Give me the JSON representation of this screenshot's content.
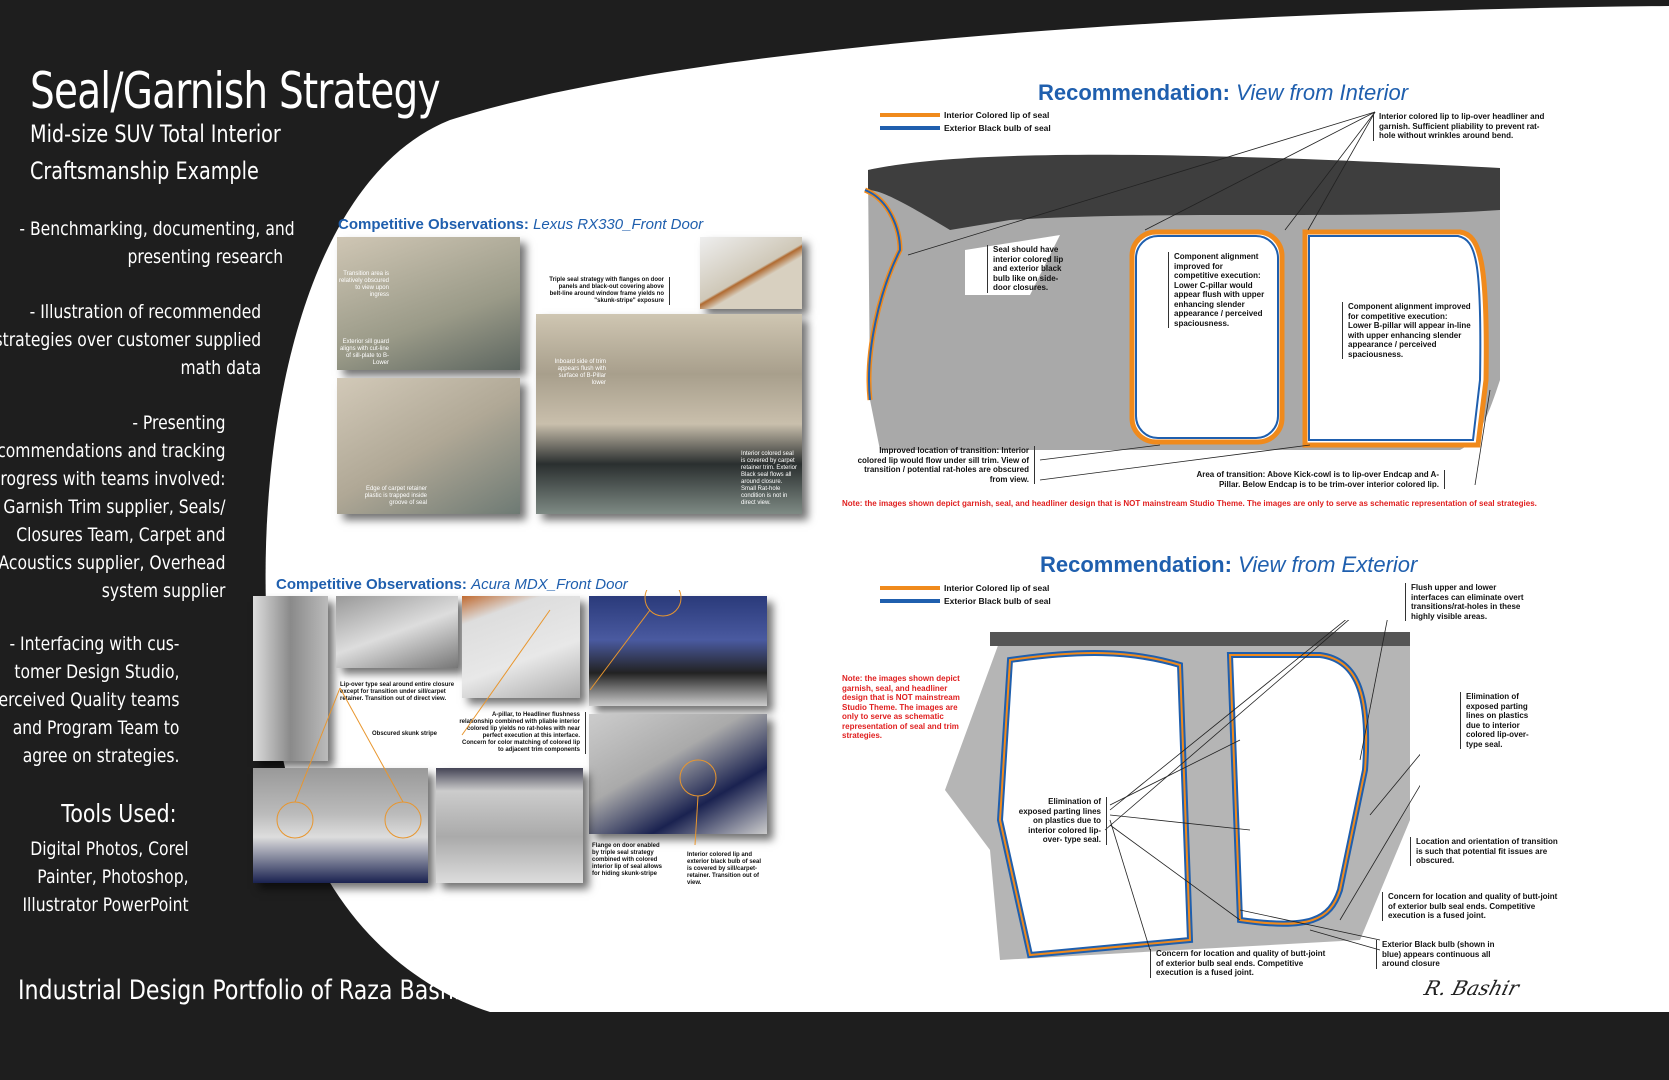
{
  "left_panel": {
    "title": "Seal/Garnish Strategy",
    "subtitle_line1": "Mid-size SUV Total Interior",
    "subtitle_line2": "Craftsmanship Example",
    "bullets": [
      [
        "- Benchmarking, documenting, and",
        "presenting research"
      ],
      [
        "- Illustration of recommended",
        "strategies over customer supplied",
        "math data"
      ],
      [
        "- Presenting",
        "recommendations and tracking",
        "progress with teams involved:",
        "Garnish Trim supplier, Seals/",
        "Closures Team, Carpet and",
        "Acoustics supplier, Overhead",
        "system supplier"
      ],
      [
        "- Interfacing with cus-",
        "tomer Design Studio,",
        "Perceived Quality teams",
        "and Program Team to",
        "agree on strategies."
      ]
    ],
    "tools_heading": "Tools Used:",
    "tools": [
      "Digital Photos, Corel",
      "Painter, Photoshop,",
      "Illustrator PowerPoint"
    ],
    "footer": "Industrial Design Portfolio of Raza Bashir"
  },
  "lexus": {
    "heading_bold": "Competitive Observations:",
    "heading_italic": "Lexus RX330_Front Door",
    "notes": {
      "transition": "Transition area is relatively obscured to view upon ingress",
      "sill_guard": "Exterior sill guard aligns with cut-line of sill-plate to B-Lower",
      "carpet": "Edge of carpet retainer plastic is trapped inside groove of seal",
      "triple": "Triple seal strategy with flanges on door panels and black-out covering above belt-line around window frame yields no \"skunk-stripe\" exposure",
      "inboard": "Inboard side of trim appears flush with surface of B-Pillar lower",
      "interior_seal": "Interior colored seal is covered by carpet retainer trim. Exterior Black seal flows all around closure. Small Rat-hole condition is not in direct view."
    }
  },
  "acura": {
    "heading_bold": "Competitive Observations:",
    "heading_italic": "Acura MDX_Front Door",
    "notes": {
      "lipover": "Lip-over type seal around entire closure except for transition under sill/carpet retainer. Transition out of direct view.",
      "skunk": "Obscured skunk stripe",
      "apillar": "A-pillar, to Headliner flushness relationship combined with pliable interior colored lip yields no rat-holes with near perfect execution at this interface. Concern for color matching of colored lip to adjacent trim components",
      "flange": "Flange on door enabled by triple seal strategy combined with colored interior lip of seal allows for hiding skunk-stripe",
      "lip_bulb": "Interior colored lip and exterior black bulb of seal is covered by sill/carpet-retainer. Transition out of view."
    }
  },
  "interior_view": {
    "heading_bold": "Recommendation:",
    "heading_italic": "View from Interior",
    "legend": [
      "Interior Colored lip of seal",
      "Exterior Black bulb of seal"
    ],
    "notes": {
      "lipover": "Interior colored lip to lip-over headliner and garnish. Sufficient pliability to prevent rat-hole without wrinkles around bend.",
      "seal": "Seal should have interior colored lip and exterior black bulb like on side-door closures.",
      "cpillar": "Component alignment improved for competitive execution: Lower C-pillar would appear flush with upper enhancing slender appearance / perceived spaciousness.",
      "bpillar": "Component alignment improved for competitive execution: Lower B-pillar will appear in-line with upper enhancing slender appearance / perceived spaciousness.",
      "transition": "Improved location of transition: Interior colored lip would flow under sill trim. View of transition / potential rat-holes are obscured from view.",
      "kickcowl": "Area of transition: Above Kick-cowl is to lip-over Endcap and A-Pillar. Below Endcap is to be trim-over interior colored lip."
    },
    "disclaimer": "Note: the images shown depict garnish, seal, and headliner design that is NOT mainstream Studio Theme.  The images are only to serve as schematic representation of seal strategies."
  },
  "exterior_view": {
    "heading_bold": "Recommendation:",
    "heading_italic": "View from Exterior",
    "legend": [
      "Interior Colored lip of seal",
      "Exterior Black bulb of seal"
    ],
    "disclaimer": "Note: the images shown depict garnish, seal, and headliner design that is NOT mainstream Studio Theme. The images are only to serve as schematic representation of seal and trim strategies.",
    "notes": {
      "flush": "Flush upper and lower interfaces can eliminate overt transitions/rat-holes in these highly visible areas.",
      "elim_right": "Elimination of exposed parting lines on plastics due to interior colored lip-over-type seal.",
      "elim_left": "Elimination of exposed parting lines on plastics due to interior colored lip-over- type seal.",
      "location": "Location and orientation of transition is such that potential fit issues are obscured.",
      "concern_right": "Concern for location and quality of butt-joint of exterior bulb seal ends. Competitive execution is a fused joint.",
      "black_bulb": "Exterior Black bulb (shown in blue) appears continuous all around closure",
      "concern_bottom": "Concern for location and quality of butt-joint of exterior bulb seal ends. Competitive execution is a fused joint."
    }
  },
  "signature": "R. Bashir",
  "colors": {
    "orange": "#f08a1c",
    "blue": "#1f5fae",
    "dark": "#1e1e1e",
    "red": "#e02020"
  }
}
